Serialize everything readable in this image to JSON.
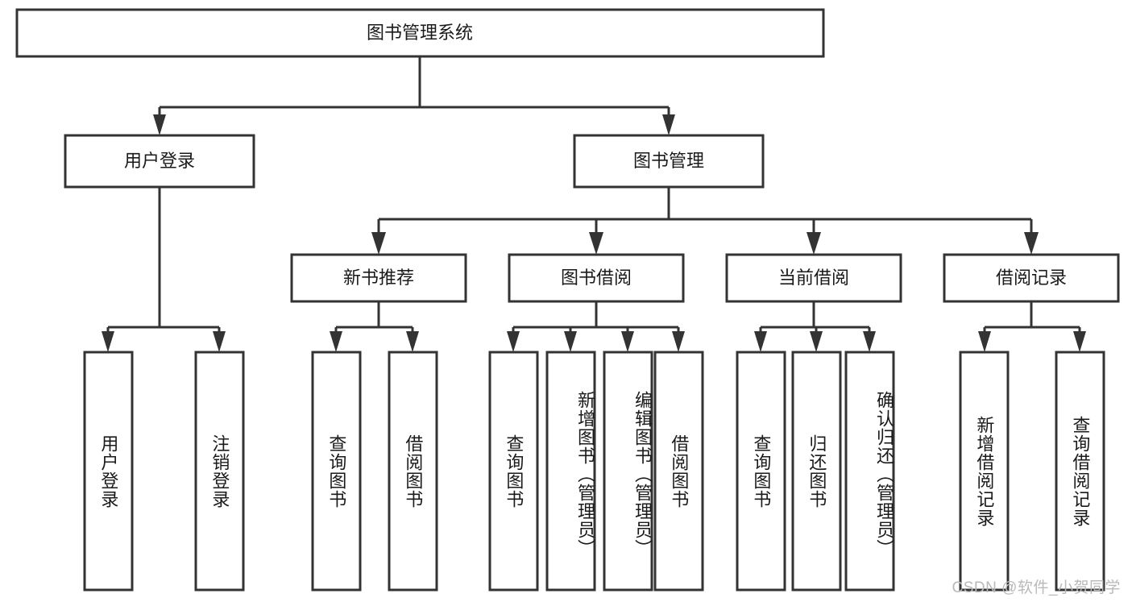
{
  "diagram": {
    "type": "tree",
    "title_node": "图书管理系统",
    "watermark": "CSDN @软件_小贺同学",
    "colors": {
      "stroke": "#333333",
      "fill": "#ffffff",
      "text": "#1a1a1a",
      "watermark": "#b9b9b9"
    },
    "levels": {
      "root": {
        "label": "图书管理系统"
      },
      "level2": [
        {
          "label": "用户登录"
        },
        {
          "label": "图书管理"
        }
      ],
      "level3": [
        {
          "label": "新书推荐"
        },
        {
          "label": "图书借阅"
        },
        {
          "label": "当前借阅"
        },
        {
          "label": "借阅记录"
        }
      ],
      "level4": {
        "user_login_children": [
          {
            "label": "用户登录"
          },
          {
            "label": "注销登录"
          }
        ],
        "new_book_children": [
          {
            "label": "查询图书"
          },
          {
            "label": "借阅图书"
          }
        ],
        "book_borrow_children": [
          {
            "label": "查询图书"
          },
          {
            "label": "新增图书（管理员）"
          },
          {
            "label": "编辑图书（管理员）"
          },
          {
            "label": "借阅图书"
          }
        ],
        "current_borrow_children": [
          {
            "label": "查询图书"
          },
          {
            "label": "归还图书"
          },
          {
            "label": "确认归还（管理员）"
          }
        ],
        "borrow_record_children": [
          {
            "label": "新增借阅记录"
          },
          {
            "label": "查询借阅记录"
          }
        ]
      }
    }
  }
}
